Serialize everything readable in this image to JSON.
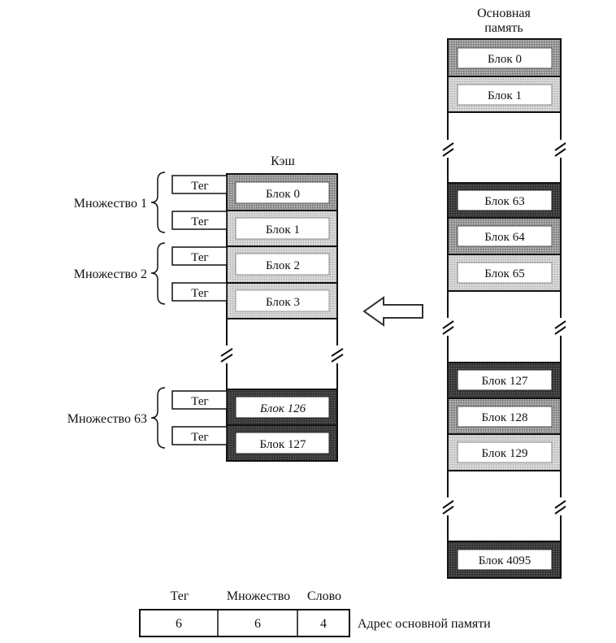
{
  "main_memory": {
    "title_line1": "Основная",
    "title_line2": "память",
    "blocks": [
      "Блок 0",
      "Блок 1",
      "Блок 63",
      "Блок 64",
      "Блок 65",
      "Блок 127",
      "Блок 128",
      "Блок 129",
      "Блок 4095"
    ]
  },
  "cache": {
    "title": "Кэш",
    "tag_label": "Тег",
    "blocks": [
      "Блок 0",
      "Блок 1",
      "Блок 2",
      "Блок 3",
      "Блок 126",
      "Блок 127"
    ],
    "sets": [
      "Множество 1",
      "Множество 2",
      "Множество 63"
    ]
  },
  "address": {
    "headers": [
      "Тег",
      "Множество",
      "Слово"
    ],
    "values": [
      "6",
      "6",
      "4"
    ],
    "caption": "Адрес основной памяти"
  },
  "colors": {
    "dark_fill": "#3a3a3a",
    "medium_fill": "#8f8f8f",
    "light_fill": "#c8c8c8",
    "ink": "#111111"
  }
}
